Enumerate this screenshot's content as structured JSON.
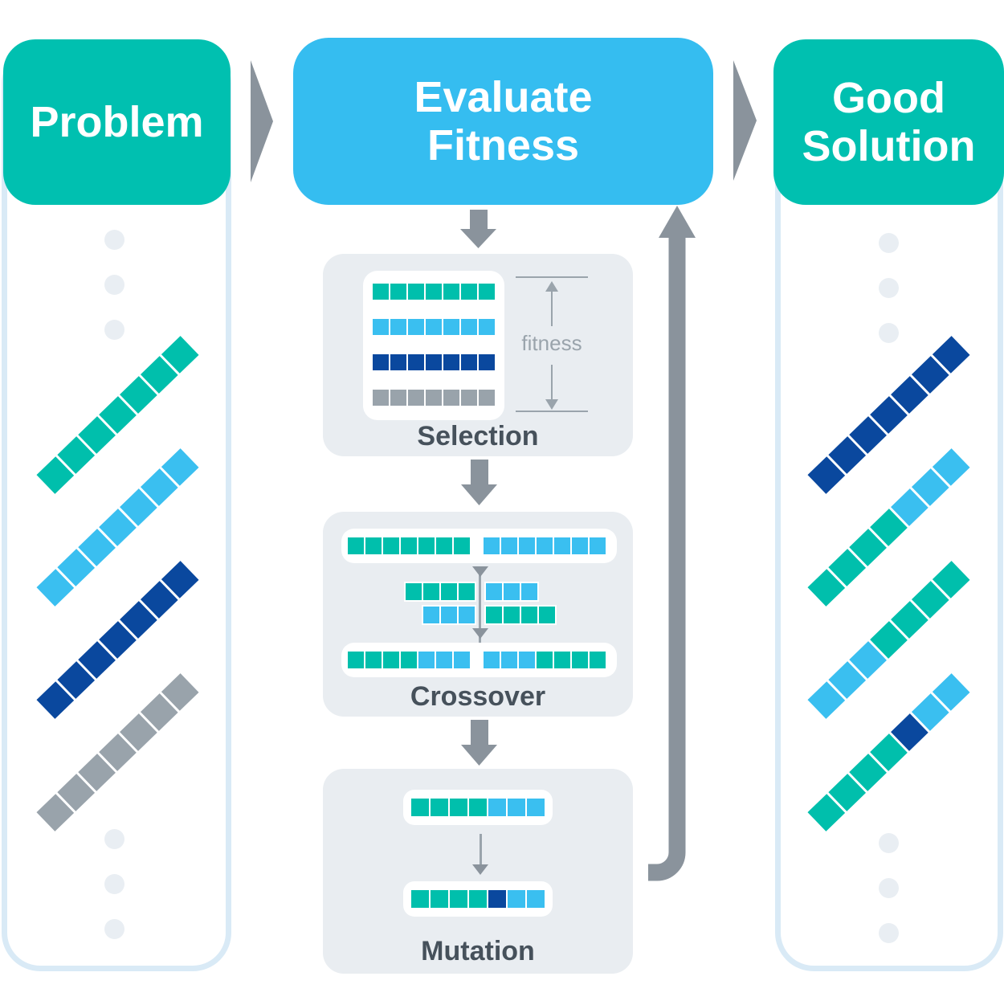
{
  "palette": {
    "header_teal": "#00C0B0",
    "header_blue": "#35BDF0",
    "arrow_gray": "#8A939C",
    "thin_gray": "#9AA4AC",
    "box_bg": "#E9EDF1",
    "panel_border": "#D9EAF6",
    "dot": "#E9EEF3",
    "label": "#46515B",
    "squares": {
      "teal": "#00BFAC",
      "blue": "#3ABFF0",
      "dark": "#0A489E",
      "gray": "#99A3AB"
    }
  },
  "problem_panel": {
    "title": "Problem",
    "strips": [
      [
        "teal",
        "teal",
        "teal",
        "teal",
        "teal",
        "teal",
        "teal"
      ],
      [
        "blue",
        "blue",
        "blue",
        "blue",
        "blue",
        "blue",
        "blue"
      ],
      [
        "dark",
        "dark",
        "dark",
        "dark",
        "dark",
        "dark",
        "dark"
      ],
      [
        "gray",
        "gray",
        "gray",
        "gray",
        "gray",
        "gray",
        "gray"
      ]
    ]
  },
  "evaluate": {
    "line1": "Evaluate",
    "line2": "Fitness"
  },
  "solution_panel": {
    "title_line1": "Good",
    "title_line2": "Solution",
    "strips": [
      [
        "dark",
        "dark",
        "dark",
        "dark",
        "dark",
        "dark",
        "dark"
      ],
      [
        "teal",
        "teal",
        "teal",
        "teal",
        "blue",
        "blue",
        "blue"
      ],
      [
        "blue",
        "blue",
        "blue",
        "teal",
        "teal",
        "teal",
        "teal"
      ],
      [
        "teal",
        "teal",
        "teal",
        "teal",
        "dark",
        "blue",
        "blue"
      ]
    ]
  },
  "selection": {
    "label": "Selection",
    "fitness_label": "fitness",
    "rows": [
      [
        "teal",
        "teal",
        "teal",
        "teal",
        "teal",
        "teal",
        "teal"
      ],
      [
        "blue",
        "blue",
        "blue",
        "blue",
        "blue",
        "blue",
        "blue"
      ],
      [
        "dark",
        "dark",
        "dark",
        "dark",
        "dark",
        "dark",
        "dark"
      ],
      [
        "gray",
        "gray",
        "gray",
        "gray",
        "gray",
        "gray",
        "gray"
      ]
    ]
  },
  "crossover": {
    "label": "Crossover",
    "parent_a": [
      "teal",
      "teal",
      "teal",
      "teal",
      "teal",
      "teal",
      "teal"
    ],
    "parent_b": [
      "blue",
      "blue",
      "blue",
      "blue",
      "blue",
      "blue",
      "blue"
    ],
    "fragment_a1": [
      "teal",
      "teal",
      "teal",
      "teal"
    ],
    "fragment_b1": [
      "blue",
      "blue",
      "blue"
    ],
    "fragment_b2": [
      "blue",
      "blue",
      "blue"
    ],
    "fragment_a2": [
      "teal",
      "teal",
      "teal",
      "teal"
    ],
    "child_a": [
      "teal",
      "teal",
      "teal",
      "teal",
      "blue",
      "blue",
      "blue"
    ],
    "child_b": [
      "blue",
      "blue",
      "blue",
      "teal",
      "teal",
      "teal",
      "teal"
    ]
  },
  "mutation": {
    "label": "Mutation",
    "before": [
      "teal",
      "teal",
      "teal",
      "teal",
      "blue",
      "blue",
      "blue"
    ],
    "after": [
      "teal",
      "teal",
      "teal",
      "teal",
      "dark",
      "blue",
      "blue"
    ]
  }
}
